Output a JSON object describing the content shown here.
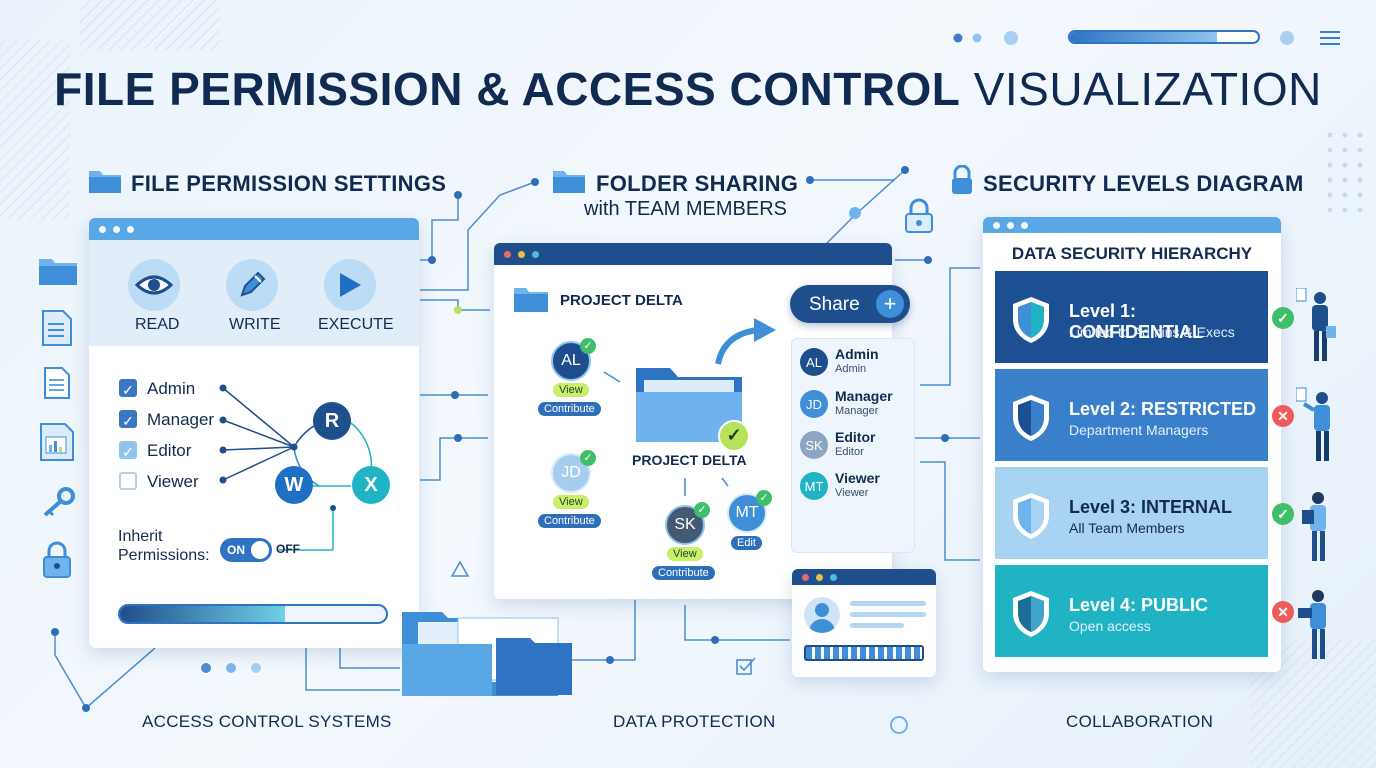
{
  "title": {
    "bold": "FILE PERMISSION & ACCESS CONTROL",
    "light": "VISUALIZATION"
  },
  "sections": {
    "file_perm": "FILE PERMISSION SETTINGS",
    "folder_share_1": "FOLDER SHARING",
    "folder_share_2": "with TEAM MEMBERS",
    "security": "SECURITY LEVELS DIAGRAM"
  },
  "perm_panel": {
    "actions": [
      "READ",
      "WRITE",
      "EXECUTE"
    ],
    "roles": [
      "Admin",
      "Manager",
      "Editor",
      "Viewer"
    ],
    "nodes": [
      "R",
      "W",
      "X"
    ],
    "inherit_1": "Inherit",
    "inherit_2": "Permissions:",
    "toggle_on": "ON",
    "toggle_off": "OFF",
    "progress": 0.62
  },
  "share_panel": {
    "folder_label": "PROJECT DELTA",
    "center_label": "PROJECT DELTA",
    "share_label": "Share",
    "share_plus": "+",
    "avatars": {
      "al": {
        "initials": "AL",
        "perm1": "View",
        "perm2": "Contribute"
      },
      "jd": {
        "initials": "JD",
        "perm1": "View",
        "perm2": "Contribute"
      },
      "sk": {
        "initials": "SK",
        "perm1": "View",
        "perm2": "Contribute"
      },
      "mt": {
        "initials": "MT",
        "perm1": "Edit"
      }
    },
    "users": [
      {
        "initials": "AL",
        "name": "Admin",
        "role": "Admin"
      },
      {
        "initials": "JD",
        "name": "Manager",
        "role": "Manager"
      },
      {
        "initials": "SK",
        "name": "Editor",
        "role": "Editor"
      },
      {
        "initials": "MT",
        "name": "Viewer",
        "role": "Viewer"
      }
    ]
  },
  "security_panel": {
    "header": "DATA SECURITY HIERARCHY",
    "levels": [
      {
        "title": "Level 1: CONFIDENTIAL",
        "sub": "Limited to Admins & Execs",
        "color": "#1d4f93",
        "access": "granted"
      },
      {
        "title": "Level 2: RESTRICTED",
        "sub": "Department Managers",
        "color": "#3a7fc9",
        "access": "denied"
      },
      {
        "title": "Level 3: INTERNAL",
        "sub": "All Team Members",
        "color": "#8ec5ee",
        "access": "granted"
      },
      {
        "title": "Level 4: PUBLIC",
        "sub": "Open access",
        "color": "#1fb3c4",
        "access": "denied"
      }
    ],
    "ok_mark": "✓",
    "no_mark": "✕"
  },
  "top_progress": 0.78,
  "footer": [
    "ACCESS CONTROL SYSTEMS",
    "DATA PROTECTION",
    "COLLABORATION"
  ],
  "colors": {
    "accent": "#5aa7e6",
    "navy": "#1d4f93",
    "teal": "#1fb3c4",
    "green": "#3fbf6a",
    "red": "#ef5a5a"
  }
}
